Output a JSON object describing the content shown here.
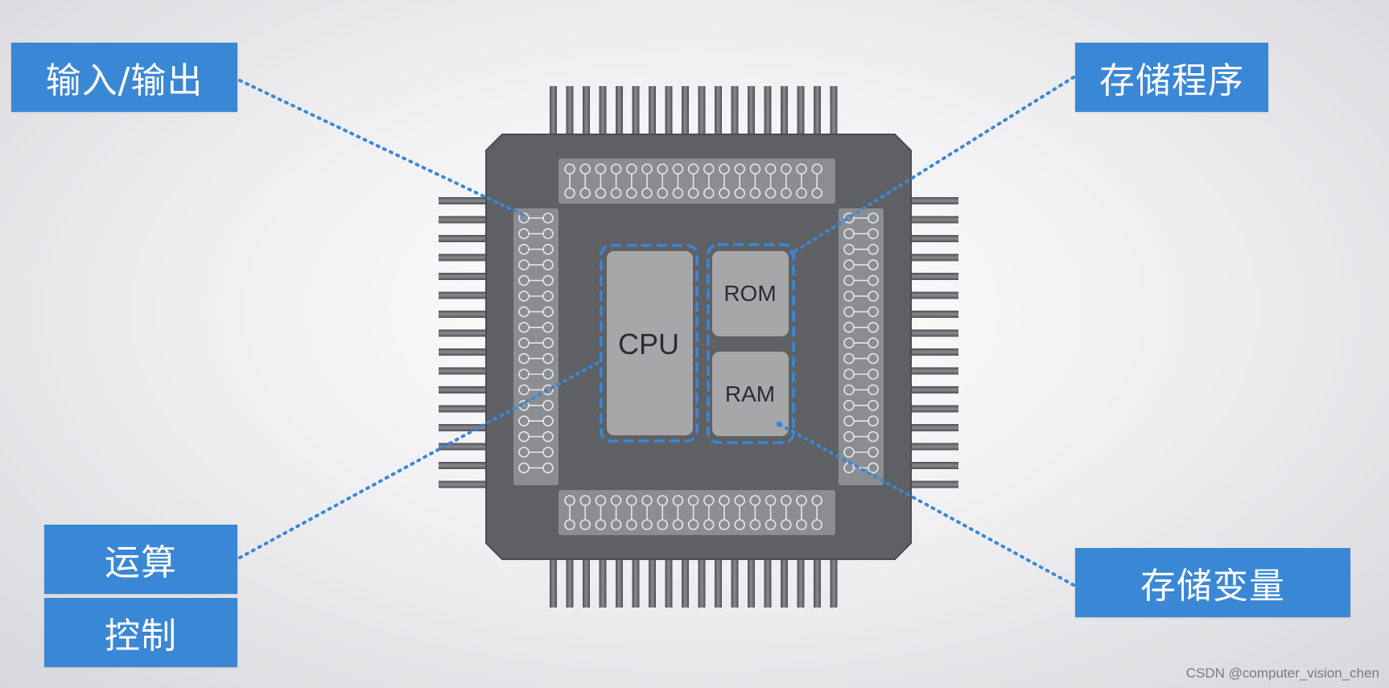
{
  "labels": {
    "io": "输入/输出",
    "store_program": "存储程序",
    "compute": "运算",
    "control": "控制",
    "store_variable": "存储变量"
  },
  "chip": {
    "cpu": "CPU",
    "rom": "ROM",
    "ram": "RAM"
  },
  "watermark": "CSDN @computer_vision_chen",
  "colors": {
    "accent": "#3a87d6",
    "chip_body": "#5f6064",
    "block_fill": "#a7a7aa"
  }
}
